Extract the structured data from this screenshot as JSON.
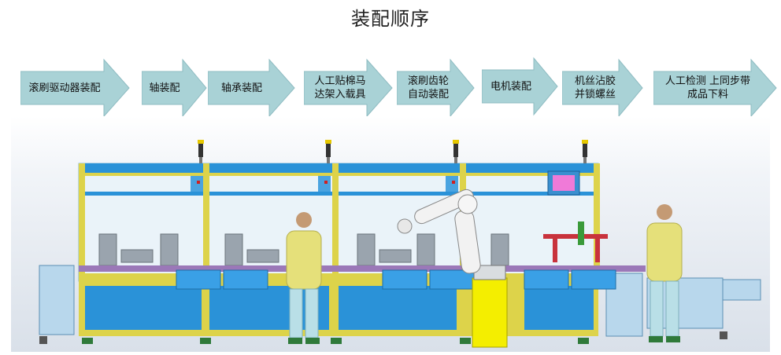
{
  "title": "装配顺序",
  "steps": [
    {
      "label": "滚刷驱动器装配"
    },
    {
      "label": "轴装配"
    },
    {
      "label": "轴承装配"
    },
    {
      "label": "人工贴棉马\n达架入载具"
    },
    {
      "label": "滚刷齿轮\n自动装配"
    },
    {
      "label": "电机装配"
    },
    {
      "label": "机丝沾胶\n并锁螺丝"
    },
    {
      "label": "人工检测 上同步带\n成品下料"
    }
  ],
  "colors": {
    "arrow_fill": "#a9d2d6",
    "arrow_stroke": "#8fbcc2",
    "frame_yellow": "#ddd34a",
    "panel_blue": "#2a92d8",
    "guard_blue": "#d3e8f3"
  }
}
